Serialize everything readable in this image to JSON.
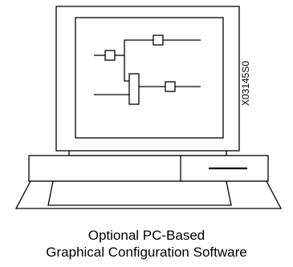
{
  "figure_code": "X03145S0",
  "caption": {
    "line1": "Optional PC-Based",
    "line2": "Graphical Configuration Software"
  },
  "colors": {
    "stroke": "#000000",
    "fill": "#ffffff"
  }
}
